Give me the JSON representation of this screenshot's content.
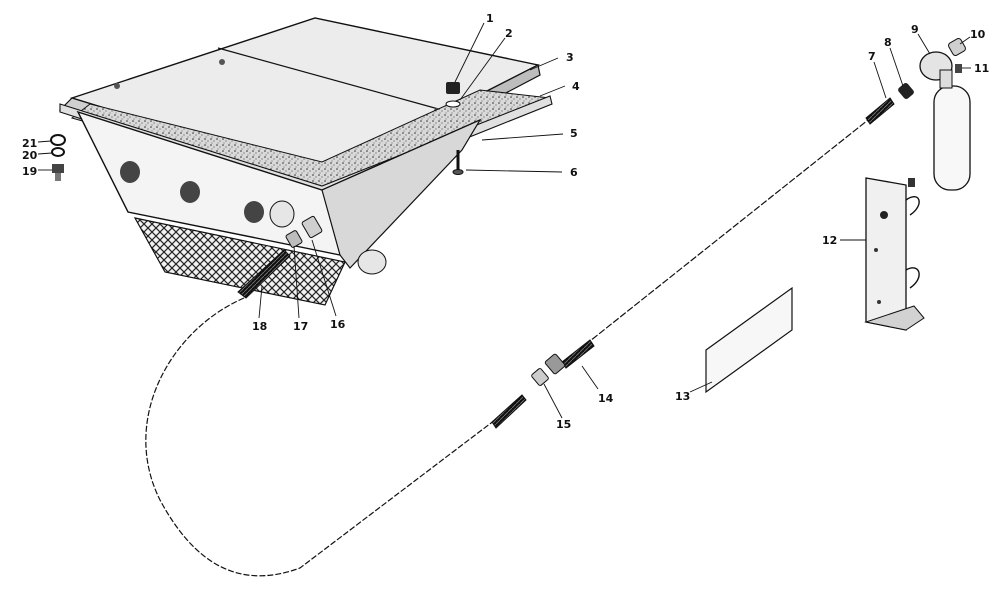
{
  "diagram": {
    "callouts": [
      {
        "label": "1"
      },
      {
        "label": "2"
      },
      {
        "label": "3"
      },
      {
        "label": "4"
      },
      {
        "label": "5"
      },
      {
        "label": "6"
      },
      {
        "label": "7"
      },
      {
        "label": "8"
      },
      {
        "label": "9"
      },
      {
        "label": "10"
      },
      {
        "label": "11"
      },
      {
        "label": "12"
      },
      {
        "label": "13"
      },
      {
        "label": "14"
      },
      {
        "label": "15"
      },
      {
        "label": "16"
      },
      {
        "label": "17"
      },
      {
        "label": "18"
      },
      {
        "label": "19"
      },
      {
        "label": "20"
      },
      {
        "label": "21"
      }
    ]
  }
}
